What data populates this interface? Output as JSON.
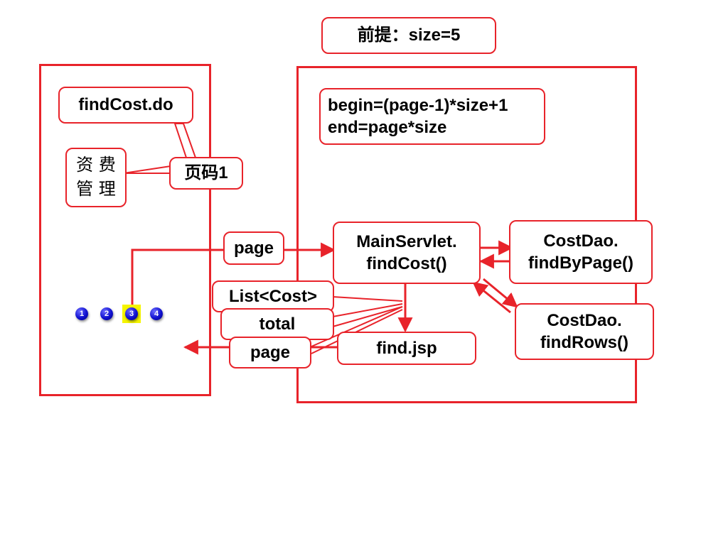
{
  "premise": "前提：size=5",
  "left_panel": {
    "action": "findCost.do",
    "menu_line1": "资 费",
    "menu_line2": "管 理",
    "page_label": "页码1",
    "pages": [
      "1",
      "2",
      "3",
      "4"
    ],
    "active_page": "3"
  },
  "right_panel": {
    "formula_line1": "begin=(page-1)*size+1",
    "formula_line2": "end=page*size",
    "servlet_line1": "MainServlet.",
    "servlet_line2": "findCost()",
    "dao1_line1": "CostDao.",
    "dao1_line2": "findByPage()",
    "dao2_line1": "CostDao.",
    "dao2_line2": "findRows()",
    "view": "find.jsp"
  },
  "flow_labels": {
    "request_param": "page",
    "result_list": "List<Cost>",
    "result_total": "total",
    "result_page": "page"
  },
  "colors": {
    "accent": "#e8232a",
    "page_ball": "#1010d0",
    "active_highlight": "#f5f500"
  }
}
